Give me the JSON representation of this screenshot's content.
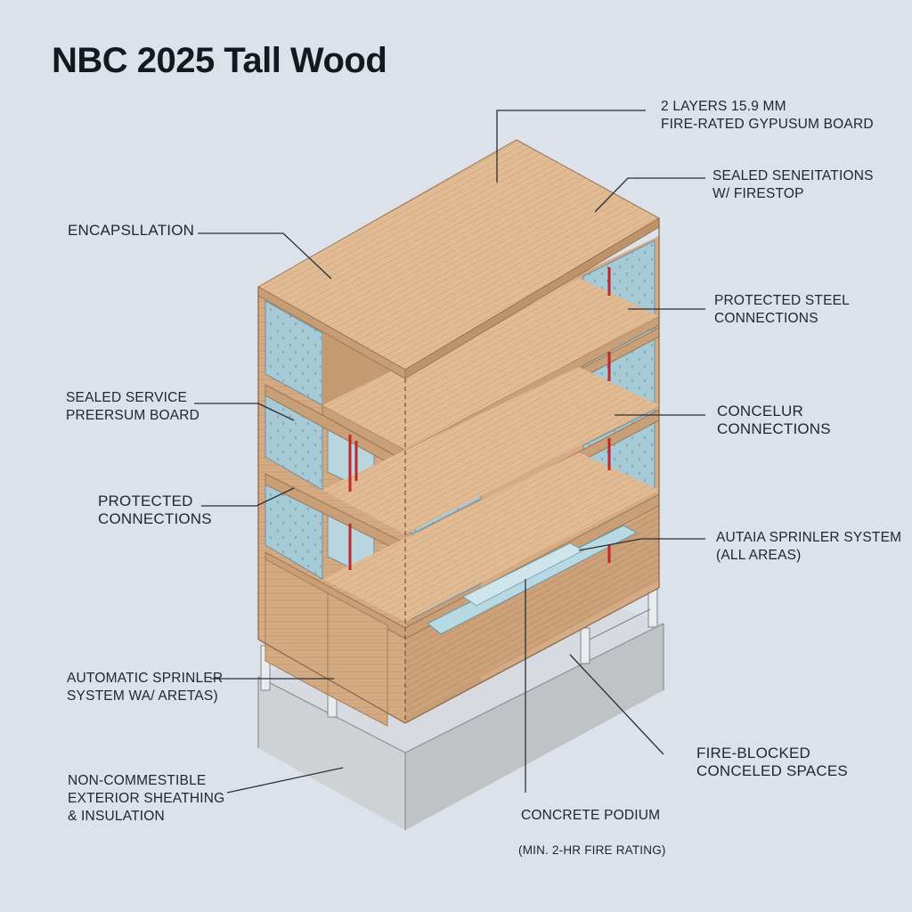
{
  "title": "NBC 2025 Tall Wood",
  "colors": {
    "background": "#dce2ea",
    "timber_light": "#e3bf98",
    "timber_mid": "#d2a983",
    "timber_dark": "#c19770",
    "gypsum_board": "#a9ccd8",
    "sprinkler_pipe": "#c0272d",
    "concrete": "#c9cccf",
    "leader_line": "#2b2f34"
  },
  "callouts": {
    "gypsum_board": {
      "line1": "2 LAYERS 15.9 MM",
      "line2": "FIRE-RATED GYPUSUM BOARD"
    },
    "penetrations": {
      "line1": "SEALED SENEITATIONS",
      "line2": "W/ FIRESTOP"
    },
    "encapsulation": {
      "line1": "ENCAPSLLATION"
    },
    "steel_connections": {
      "line1": "PROTECTED STEEL",
      "line2": "CONNECTIONS"
    },
    "service_board": {
      "line1": "SEALED SERVICE",
      "line2": "PREERSUM BOARD"
    },
    "concealed_connections": {
      "line1": "CONCELUR",
      "line2": "CONNECTIONS"
    },
    "protected_connections": {
      "line1": "PROTECTED",
      "line2": "CONNECTIONS"
    },
    "sprinkler_all": {
      "line1": "AUTAIA SPRINLER SYSTEM",
      "line2": "(ALL AREAS)"
    },
    "sprinkler_areas": {
      "line1": "AUTOMATIC SPRINLER",
      "line2": "SYSTEM WA/ ARETAS)"
    },
    "fire_blocked": {
      "line1": "FIRE-BLOCKED",
      "line2": "CONCELED SPACES"
    },
    "exterior": {
      "line1": "NON-COMMESTIBLE",
      "line2": "EXTERIOR SHEATHING",
      "line3": "& INSULATION"
    },
    "podium": {
      "line1": "CONCRETE PODIUM"
    },
    "podium_rating": {
      "line1": "(MIN. 2-HR FIRE RATING)"
    }
  }
}
